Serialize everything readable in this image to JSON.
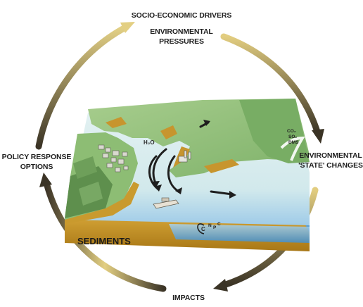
{
  "labels": {
    "drivers": "SOCIO-ECONOMIC DRIVERS",
    "pressures_line1": "ENVIRONMENTAL",
    "pressures_line2": "PRESSURES",
    "state_line1": "ENVIRONMENTAL",
    "state_line2": "'STATE' CHANGES",
    "impacts": "IMPACTS",
    "policy_line1": "POLICY RESPONSE",
    "policy_line2": "OPTIONS",
    "sediments": "SEDIMENTS"
  },
  "annotations": {
    "water": "H₂O",
    "co2": "CO₂",
    "so2": "SO₂",
    "dms": "DMS",
    "cycle_c": "C",
    "cycle_n": "N",
    "cycle_p": "P",
    "cycle_c2": "C"
  },
  "colors": {
    "ring_dark": "#3a3325",
    "ring_light": "#e3cf82",
    "land": "#8fbf7a",
    "water": "#d7ecee",
    "deep_water": "#7fb9e0",
    "sediment": "#c99a2e",
    "forest_dark": "#3f6e3c"
  }
}
